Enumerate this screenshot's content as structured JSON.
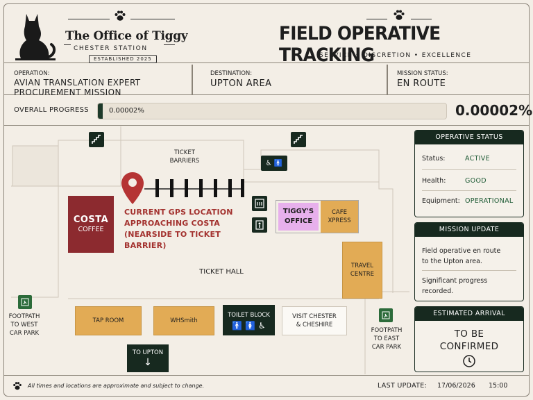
{
  "brand": {
    "title": "The Office of Tiggy",
    "subtitle": "CHESTER STATION",
    "established": "ESTABLISHED 2025"
  },
  "header": {
    "title": "FIELD OPERATIVE TRACKING",
    "tagline": "SERVICE  •  DISCRETION  •  EXCELLENCE"
  },
  "info": {
    "operation_label": "OPERATION:",
    "operation_line1": "AVIAN TRANSLATION EXPERT",
    "operation_line2": "PROCUREMENT MISSION",
    "destination_label": "DESTINATION:",
    "destination_value": "UPTON AREA",
    "status_label": "MISSION STATUS:",
    "status_value": "EN ROUTE"
  },
  "progress": {
    "label": "OVERALL PROGRESS",
    "bar_text": "0.00002%",
    "big_value": "0.00002%",
    "fraction": 2e-07
  },
  "map": {
    "ticket_barriers_1": "TICKET",
    "ticket_barriers_2": "BARRIERS",
    "gps_line1": "CURRENT GPS LOCATION",
    "gps_line2": "APPROACHING COSTA",
    "gps_line3": "(NEARSIDE TO TICKET",
    "gps_line4": "BARRIER)",
    "costa_line1": "COSTA",
    "costa_line2": "COFFEE",
    "tiggy_line1": "TIGGY'S",
    "tiggy_line2": "OFFICE",
    "cafe_line1": "CAFE",
    "cafe_line2": "XPRESS",
    "ticket_hall": "TICKET HALL",
    "travel_line1": "TRAVEL",
    "travel_line2": "CENTRE",
    "tap_room": "TAP ROOM",
    "whsmith": "WHSmith",
    "toilet_block": "TOILET BLOCK",
    "visit_line1": "VISIT CHESTER",
    "visit_line2": "& CHESHIRE",
    "to_upton": "TO UPTON",
    "west_line1": "FOOTPATH",
    "west_line2": "TO WEST",
    "west_line3": "CAR PARK",
    "east_line1": "FOOTPATH",
    "east_line2": "TO EAST",
    "east_line3": "CAR PARK"
  },
  "operative_status": {
    "title": "OPERATIVE STATUS",
    "status_label": "Status:",
    "status_value": "ACTIVE",
    "health_label": "Health:",
    "health_value": "GOOD",
    "equipment_label": "Equipment:",
    "equipment_value": "OPERATIONAL"
  },
  "mission_update": {
    "title": "MISSION UPDATE",
    "item1_line1": "Field operative en route",
    "item1_line2": "to the Upton area.",
    "item2_line1": "Significant progress",
    "item2_line2": "recorded."
  },
  "arrival": {
    "title": "ESTIMATED ARRIVAL",
    "line1": "TO BE",
    "line2": "CONFIRMED"
  },
  "footer": {
    "disclaimer": "All times and locations are approximate and subject to change.",
    "last_update_label": "LAST UPDATE:",
    "date": "17/06/2026",
    "time": "15:00"
  },
  "colors": {
    "dark_green": "#17291f",
    "costa_red": "#8c2a2f",
    "amber": "#e2ab55",
    "lavender": "#e7b0ec",
    "status_green": "#1d5a34",
    "gps_red": "#a3322f"
  }
}
